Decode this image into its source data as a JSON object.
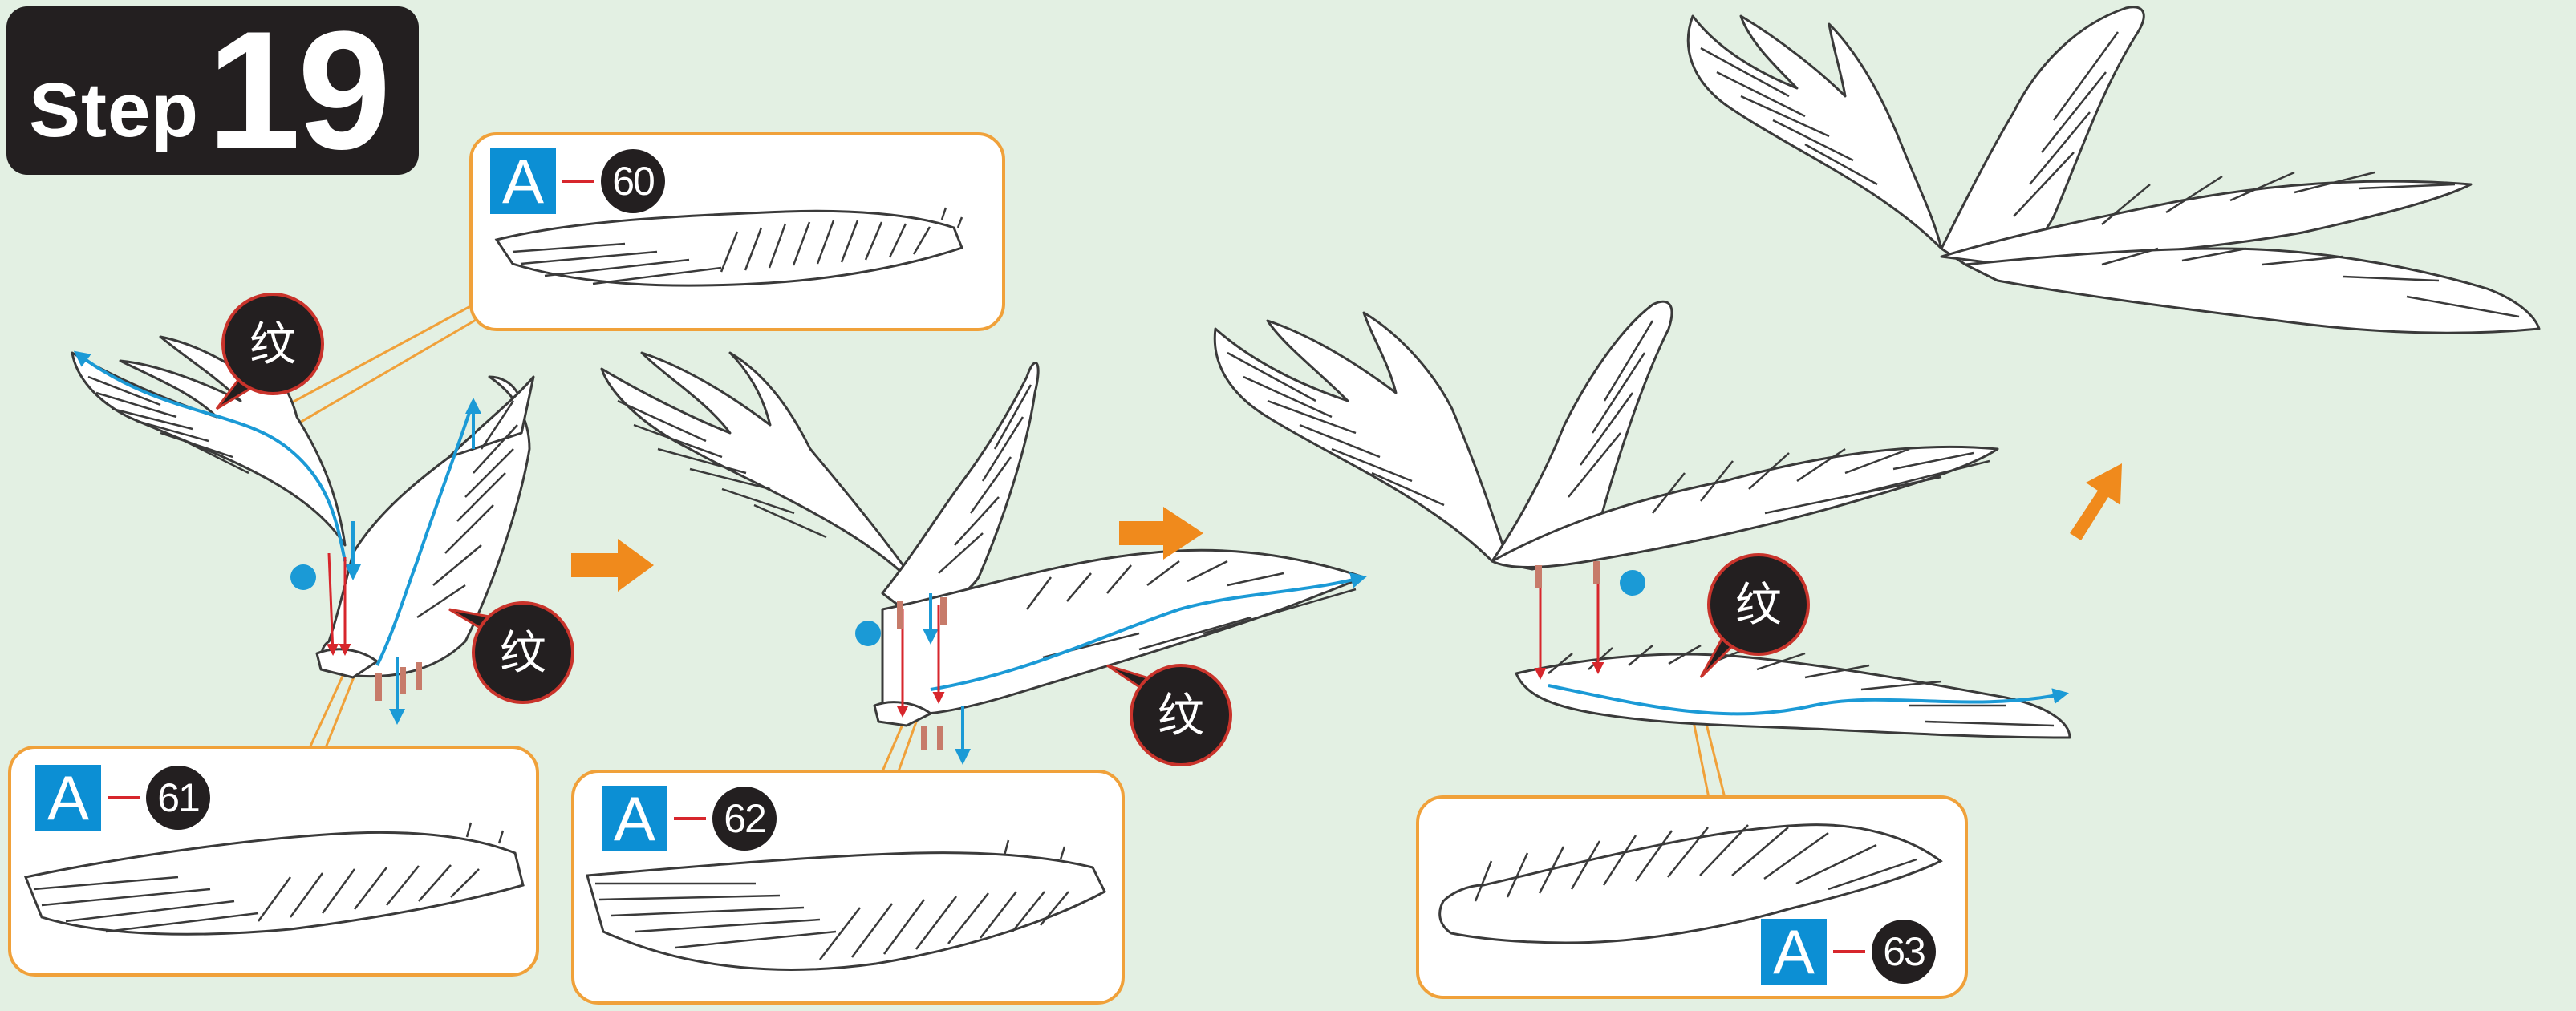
{
  "step": {
    "word": "Step",
    "number": "19"
  },
  "part_letter": "A",
  "callouts": [
    {
      "letter": "A",
      "number": "60"
    },
    {
      "letter": "A",
      "number": "61"
    },
    {
      "letter": "A",
      "number": "62"
    },
    {
      "letter": "A",
      "number": "63"
    }
  ],
  "marker_char": "纹",
  "colors": {
    "background": "#e3f0e3",
    "badge": "#231f20",
    "callout_border": "#f0a13a",
    "letter_box": "#0c8fd4",
    "fold_line": "#1b9ad6",
    "glue_arrow": "#d7262c",
    "flow_arrow": "#f08a1c"
  }
}
